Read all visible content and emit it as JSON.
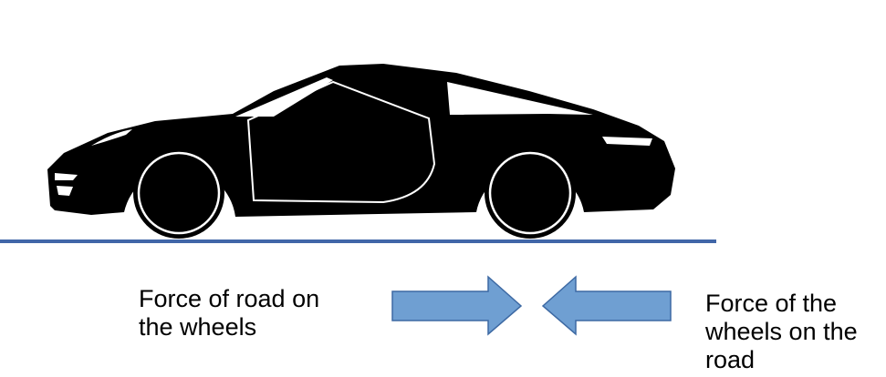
{
  "labels": {
    "left": "Force of road  on\nthe wheels",
    "right": "Force of the\nwheels on the\nroad"
  },
  "colors": {
    "arrow_fill": "#6f9fd2",
    "arrow_stroke": "#3d69a3",
    "road": "#4166a8",
    "car": "#000000"
  },
  "icons": {
    "car": "car-silhouette",
    "arrow_right": "arrow-right-icon",
    "arrow_left": "arrow-left-icon"
  }
}
